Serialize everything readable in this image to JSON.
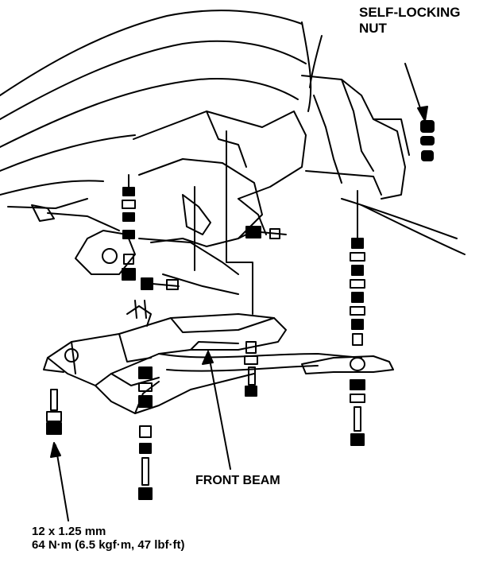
{
  "labels": {
    "self_locking_nut_line1": "SELF-LOCKING",
    "self_locking_nut_line2": "NUT",
    "front_beam": "FRONT BEAM",
    "bolt_size": "12 x 1.25 mm",
    "torque": "64 N·m (6.5 kgf·m, 47 lbf·ft)"
  },
  "colors": {
    "ink": "#000000",
    "paper": "#ffffff"
  }
}
